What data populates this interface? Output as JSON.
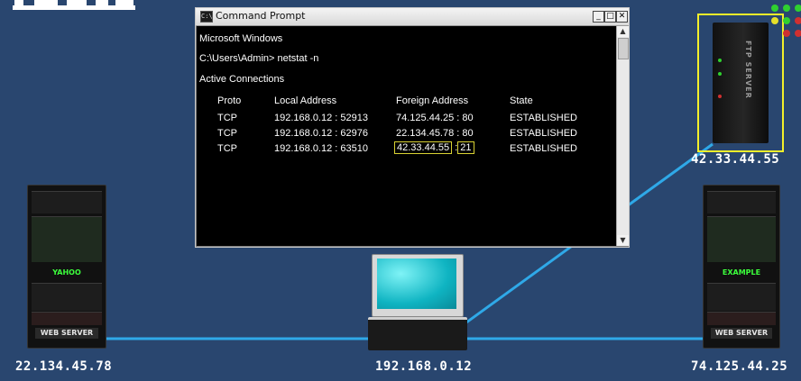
{
  "cmd": {
    "window_title": "Command Prompt",
    "icon_text": "C:\\",
    "buttons": {
      "minimize": "_",
      "maximize": "□",
      "close": "✕"
    },
    "line1": "Microsoft Windows",
    "line2": "C:\\Users\\Admin> netstat -n",
    "line3": "Active Connections",
    "headers": [
      "Proto",
      "Local Address",
      "Foreign Address",
      "State"
    ],
    "rows": [
      {
        "proto": "TCP",
        "local": "192.168.0.12 : 52913",
        "foreign": "74.125.44.25 : 80",
        "state": "ESTABLISHED"
      },
      {
        "proto": "TCP",
        "local": "192.168.0.12 : 62976",
        "foreign": "22.134.45.78 : 80",
        "state": "ESTABLISHED"
      },
      {
        "proto": "TCP",
        "local": "192.168.0.12 : 63510",
        "foreign_ip": "42.33.44.55",
        "foreign_port": "21",
        "state": "ESTABLISHED"
      }
    ]
  },
  "servers": {
    "left": {
      "label": "WEB SERVER",
      "brand": "YAHOO",
      "ip": "22.134.45.78"
    },
    "right": {
      "label": "WEB SERVER",
      "brand": "EXAMPLE",
      "ip": "74.125.44.25"
    },
    "ftp": {
      "label": "FTP SERVER",
      "ip": "42.33.44.55"
    }
  },
  "client": {
    "ip": "192.168.0.12"
  },
  "colors": {
    "background": "#29466f",
    "link": "#2fa9e8",
    "highlight": "#f3f02a",
    "screen": "#19c3d1"
  }
}
